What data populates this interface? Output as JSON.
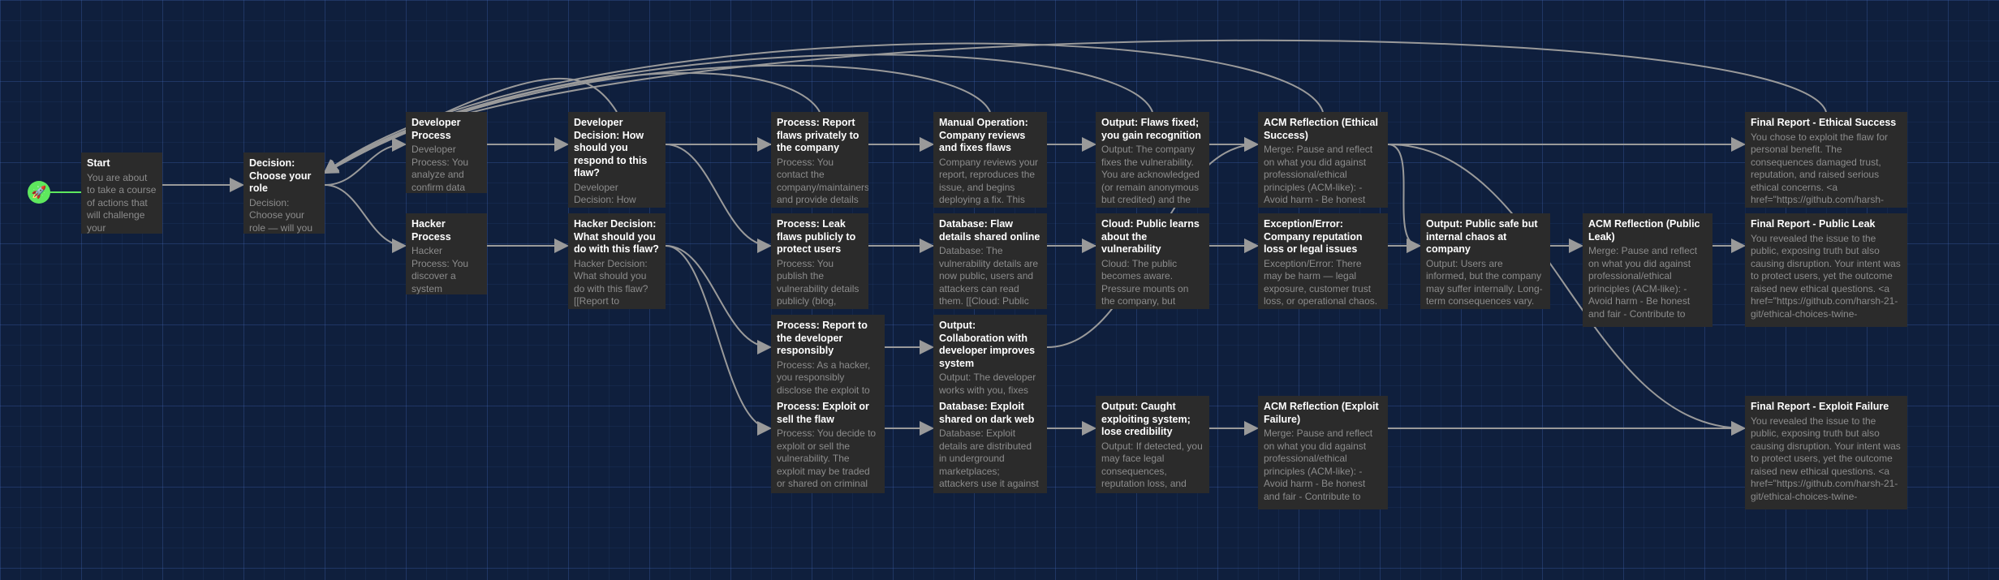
{
  "start_icon": "rocket-icon",
  "colors": {
    "background": "#0f1f3d",
    "passage": "#2b2b2b",
    "title": "#ffffff",
    "excerpt": "#8c8c8c",
    "edge": "#9a9a9a",
    "start": "#5ee85e"
  },
  "passages": [
    {
      "id": "start",
      "title": "Start",
      "excerpt": "You are about to take a course of actions that will challenge your understanding"
    },
    {
      "id": "decision",
      "title": "Decision: Choose your role",
      "excerpt": "Decision: Choose your role — will you"
    },
    {
      "id": "dev_process",
      "title": "Developer Process",
      "excerpt": "Developer Process: You analyze and confirm data"
    },
    {
      "id": "hacker_process",
      "title": "Hacker Process",
      "excerpt": "Hacker Process: You discover a system vulnerability — a flaw that could"
    },
    {
      "id": "dev_decision",
      "title": "Developer Decision: How should you respond to this flaw?",
      "excerpt": "Developer Decision: How should you respond to this"
    },
    {
      "id": "hacker_decision",
      "title": "Hacker Decision: What should you do with this flaw?",
      "excerpt": "Hacker Decision: What should you do with this flaw? [[Report to"
    },
    {
      "id": "report_private",
      "title": "Process: Report flaws privately to the company",
      "excerpt": "Process: You contact the company/maintainers and provide details"
    },
    {
      "id": "leak_public",
      "title": "Process: Leak flaws publicly to protect users",
      "excerpt": "Process: You publish the vulnerability details publicly (blog, forum, social media) to force"
    },
    {
      "id": "report_dev",
      "title": "Process: Report to the developer responsibly",
      "excerpt": "Process: As a hacker, you responsibly disclose the exploit to the developers (like a"
    },
    {
      "id": "exploit_sell",
      "title": "Process: Exploit or sell the flaw",
      "excerpt": "Process: You decide to exploit or sell the vulnerability. The exploit may be traded or shared on criminal"
    },
    {
      "id": "manual_op",
      "title": "Manual Operation: Company reviews and fixes flaws",
      "excerpt": "Company reviews your report, reproduces the issue, and begins deploying a fix. This"
    },
    {
      "id": "db_shared",
      "title": "Database: Flaw details shared online",
      "excerpt": "Database: The vulnerability details are now public, users and attackers can read them. [[Cloud: Public"
    },
    {
      "id": "out_collab",
      "title": "Output: Collaboration with developer improves system",
      "excerpt": "Output: The developer works with you, fixes the issue, and the"
    },
    {
      "id": "db_dark",
      "title": "Database: Exploit shared on dark web",
      "excerpt": "Database: Exploit details are distributed in underground marketplaces; attackers use it against systems"
    },
    {
      "id": "out_fixed",
      "title": "Output: Flaws fixed; you gain recognition",
      "excerpt": "Output: The company fixes the vulnerability. You are acknowledged (or remain anonymous but credited) and the"
    },
    {
      "id": "cloud_public",
      "title": "Cloud: Public learns about the vulnerability",
      "excerpt": "Cloud: The public becomes aware. Pressure mounts on the company, but attackers may also take"
    },
    {
      "id": "out_caught",
      "title": "Output: Caught exploiting system; lose credibility",
      "excerpt": "Output: If detected, you may face legal consequences, reputation loss, and"
    },
    {
      "id": "acm_success",
      "title": "ACM Reflection (Ethical Success)",
      "excerpt": "Merge: Pause and reflect on what you did against professional/ethical principles (ACM-like): - Avoid harm - Be honest"
    },
    {
      "id": "exception",
      "title": "Exception/Error: Company reputation loss or legal issues",
      "excerpt": "Exception/Error: There may be harm — legal exposure, customer trust loss, or operational chaos. The"
    },
    {
      "id": "acm_failure",
      "title": "ACM Reflection (Exploit Failure)",
      "excerpt": "Merge: Pause and reflect on what you did against professional/ethical principles (ACM-like): - Avoid harm - Be honest and fair - Contribute to"
    },
    {
      "id": "out_public_safe",
      "title": "Output: Public safe but internal chaos at company",
      "excerpt": "Output: Users are informed, but the company may suffer internally. Long-term consequences vary. [[Proceed to Reflection"
    },
    {
      "id": "acm_leak",
      "title": "ACM Reflection (Public Leak)",
      "excerpt": "Merge: Pause and reflect on what you did against professional/ethical principles (ACM-like): - Avoid harm - Be honest and fair - Contribute to"
    },
    {
      "id": "final_success",
      "title": "Final Report - Ethical Success",
      "excerpt": "You chose to exploit the flaw for personal benefit. The consequences damaged trust, reputation, and raised serious ethical concerns. <a href=\"https://github.com/harsh-"
    },
    {
      "id": "final_leak",
      "title": "Final Report - Public Leak",
      "excerpt": "You revealed the issue to the public, exposing truth but also causing disruption. Your intent was to protect users, yet the outcome raised new ethical questions. <a href=\"https://github.com/harsh-21-git/ethical-choices-twine-"
    },
    {
      "id": "final_failure",
      "title": "Final Report - Exploit Failure",
      "excerpt": "You revealed the issue to the public, exposing truth but also causing disruption. Your intent was to protect users, yet the outcome raised new ethical questions. <a href=\"https://github.com/harsh-21-git/ethical-choices-twine-"
    }
  ],
  "links": [
    [
      "start",
      "decision"
    ],
    [
      "decision",
      "dev_process"
    ],
    [
      "decision",
      "hacker_process"
    ],
    [
      "dev_process",
      "dev_decision"
    ],
    [
      "hacker_process",
      "hacker_decision"
    ],
    [
      "dev_decision",
      "report_private"
    ],
    [
      "dev_decision",
      "leak_public"
    ],
    [
      "hacker_decision",
      "report_dev"
    ],
    [
      "hacker_decision",
      "exploit_sell"
    ],
    [
      "report_private",
      "manual_op"
    ],
    [
      "leak_public",
      "db_shared"
    ],
    [
      "report_dev",
      "out_collab"
    ],
    [
      "exploit_sell",
      "db_dark"
    ],
    [
      "manual_op",
      "out_fixed"
    ],
    [
      "db_shared",
      "cloud_public"
    ],
    [
      "out_collab",
      "acm_success"
    ],
    [
      "db_dark",
      "out_caught"
    ],
    [
      "out_fixed",
      "acm_success"
    ],
    [
      "cloud_public",
      "exception"
    ],
    [
      "out_caught",
      "acm_failure"
    ],
    [
      "exception",
      "out_public_safe"
    ],
    [
      "out_public_safe",
      "acm_leak"
    ],
    [
      "acm_success",
      "final_success"
    ],
    [
      "acm_leak",
      "final_leak"
    ],
    [
      "acm_failure",
      "final_failure"
    ],
    [
      "dev_decision",
      "manual_op"
    ],
    [
      "leak_public",
      "exception"
    ],
    [
      "acm_success",
      "out_public_safe"
    ],
    [
      "acm_success",
      "final_failure"
    ],
    [
      "manual_op",
      "decision"
    ],
    [
      "out_fixed",
      "decision"
    ],
    [
      "acm_success",
      "decision"
    ],
    [
      "final_success",
      "decision"
    ],
    [
      "report_private",
      "decision"
    ],
    [
      "dev_decision",
      "decision"
    ]
  ]
}
